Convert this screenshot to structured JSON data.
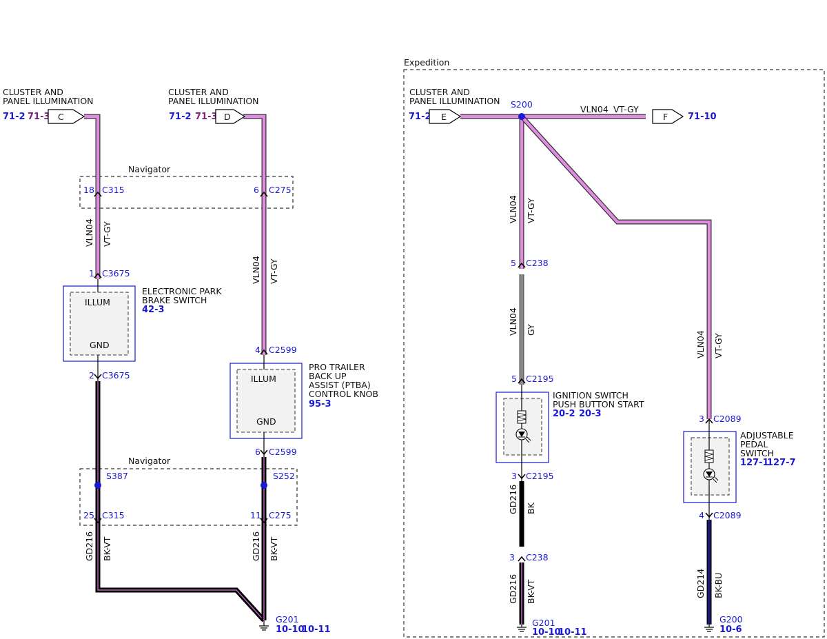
{
  "section_labels": {
    "navigator_top": "Navigator",
    "navigator_bottom": "Navigator",
    "expedition": "Expedition"
  },
  "sources": {
    "c_line1": "CLUSTER AND",
    "c_line2": "PANEL ILLUMINATION",
    "c_ref1": "71-2",
    "c_ref2": "71-3",
    "c_conn": "C",
    "d_line1": "CLUSTER AND",
    "d_line2": "PANEL ILLUMINATION",
    "d_ref1": "71-2",
    "d_ref2": "71-3",
    "d_conn": "D",
    "e_line1": "CLUSTER AND",
    "e_line2": "PANEL ILLUMINATION",
    "e_ref1": "71-2",
    "e_conn": "E",
    "f_conn": "F",
    "f_ref": "71-10"
  },
  "splices": {
    "s200": "S200",
    "s387": "S387",
    "s252": "S252"
  },
  "wires": {
    "w_c_circuit": "VLN04",
    "w_c_color": "VT-GY",
    "w_d_circuit": "VLN04",
    "w_d_color": "VT-GY",
    "w_ef_circuit": "VLN04",
    "w_ef_color": "VT-GY",
    "w_s200_circuit": "VLN04",
    "w_s200_color": "VT-GY",
    "w_c238_circuit": "VLN04",
    "w_c238_color": "GY",
    "w_pedal_circuit": "VLN04",
    "w_pedal_color": "VT-GY",
    "w_gnd1_circuit": "GD216",
    "w_gnd1_color": "BK-VT",
    "w_gnd2_circuit": "GD216",
    "w_gnd2_color": "BK-VT",
    "w_ign_gnd_circuit": "GD216",
    "w_ign_gnd_color": "BK",
    "w_ign_gnd2_circuit": "GD216",
    "w_ign_gnd2_color": "BK-VT",
    "w_pedal_gnd_circuit": "GD214",
    "w_pedal_gnd_color": "BK-BU"
  },
  "pins": {
    "p18": "18",
    "c315a": "C315",
    "p6a": "6",
    "c275a": "C275",
    "p1": "1",
    "c3675a": "C3675",
    "p2": "2",
    "c3675b": "C3675",
    "p4": "4",
    "c2599a": "C2599",
    "p6b": "6",
    "c2599b": "C2599",
    "p25": "25",
    "c315b": "C315",
    "p11": "11",
    "c275b": "C275",
    "p5a": "5",
    "c238a": "C238",
    "p5b": "5",
    "c2195a": "C2195",
    "p3a": "3",
    "c2195b": "C2195",
    "p3b": "3",
    "c238b": "C238",
    "p3c": "3",
    "c2089a": "C2089",
    "p4b": "4",
    "c2089b": "C2089"
  },
  "components": {
    "epb_illum": "ILLUM",
    "epb_gnd": "GND",
    "epb_name1": "ELECTRONIC PARK",
    "epb_name2": "BRAKE SWITCH",
    "epb_ref": "42-3",
    "ptba_illum": "ILLUM",
    "ptba_gnd": "GND",
    "ptba_name1": "PRO TRAILER",
    "ptba_name2": "BACK UP",
    "ptba_name3": "ASSIST (PTBA)",
    "ptba_name4": "CONTROL KNOB",
    "ptba_ref": "95-3",
    "ign_name1": "IGNITION SWITCH",
    "ign_name2": "PUSH BUTTON START",
    "ign_ref1": "20-2",
    "ign_ref2": "20-3",
    "ped_name1": "ADJUSTABLE",
    "ped_name2": "PEDAL",
    "ped_name3": "SWITCH",
    "ped_ref1": "127-1",
    "ped_ref2": "127-7"
  },
  "grounds": {
    "g201a": "G201",
    "g201a_ref1": "10-10",
    "g201a_ref2": "10-11",
    "g201b": "G201",
    "g201b_ref1": "10-10",
    "g201b_ref2": "10-11",
    "g200": "G200",
    "g200_ref": "10-6"
  },
  "colors": {
    "vt_gy_wire": "#e08ce0",
    "gy_wire": "#8a8a8a",
    "bk_wire": "#000000",
    "bk_bu_wire": "#1a1a7a",
    "ref_blue": "#1a1ad6",
    "ref_purple": "#7a1f7a"
  }
}
